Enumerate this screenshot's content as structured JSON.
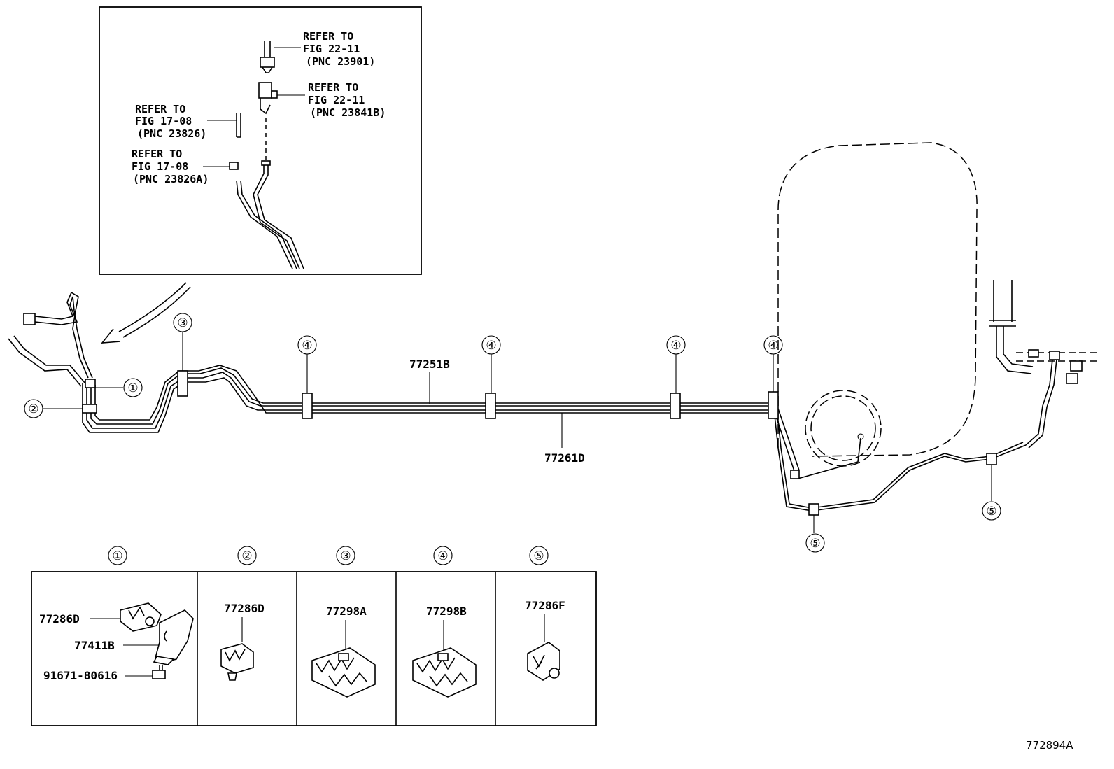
{
  "inset": {
    "refs": [
      {
        "line1": "REFER TO",
        "line2": "FIG 22-11",
        "line3": "(PNC 23901)"
      },
      {
        "line1": "REFER TO",
        "line2": "FIG 22-11",
        "line3": "(PNC 23841B)"
      },
      {
        "line1": "REFER TO",
        "line2": "FIG 17-08",
        "line3": "(PNC 23826)"
      },
      {
        "line1": "REFER TO",
        "line2": "FIG 17-08",
        "line3": "(PNC 23826A)"
      }
    ]
  },
  "main": {
    "part_upper": "77251B",
    "part_lower": "77261D",
    "callouts": [
      "①",
      "②",
      "③",
      "④",
      "⑤"
    ]
  },
  "legend": {
    "headers": [
      "①",
      "②",
      "③",
      "④",
      "⑤"
    ],
    "col1": [
      "77286D",
      "77411B",
      "91671-80616"
    ],
    "col2": "77286D",
    "col3": "77298A",
    "col4": "77298B",
    "col5": "77286F"
  },
  "figure_id": "772894A"
}
